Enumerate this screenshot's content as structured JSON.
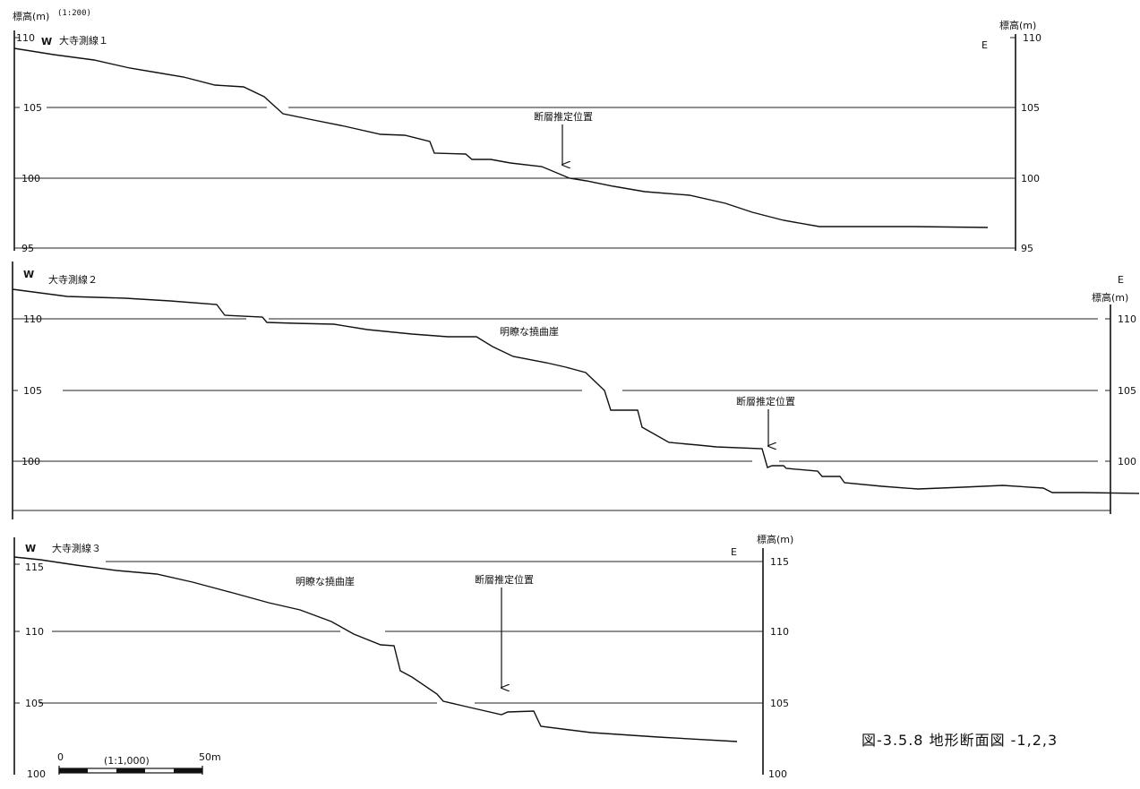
{
  "top_label": {
    "text": "標高(m)",
    "scale": "(1:200)"
  },
  "scale_bar": {
    "zero": "0",
    "ratio": "(1:1,000)",
    "end": "50m"
  },
  "figure_caption": "図-3.5.8 地形断面図 -1,2,3",
  "colors": {
    "ink": "#111111",
    "paper": "#ffffff"
  },
  "panels": [
    {
      "title": "大寺測線１",
      "west": "W",
      "east": "E",
      "right_unit": "標高(m)",
      "left_ticks": [
        "110",
        "105",
        "100",
        "95"
      ],
      "right_ticks": [
        "110",
        "105",
        "100",
        "95"
      ],
      "annotations": [
        {
          "text": "断層推定位置"
        }
      ]
    },
    {
      "title": "大寺測線２",
      "west": "W",
      "east": "E",
      "right_unit": "標高(m)",
      "left_ticks": [
        "110",
        "105",
        "100"
      ],
      "right_ticks": [
        "110",
        "105",
        "100"
      ],
      "annotations": [
        {
          "text": "明瞭な撓曲崖"
        },
        {
          "text": "断層推定位置"
        }
      ]
    },
    {
      "title": "大寺測線３",
      "west": "W",
      "east": "E",
      "right_unit": "標高(m)",
      "left_ticks": [
        "115",
        "110",
        "105",
        "100"
      ],
      "right_ticks": [
        "115",
        "110",
        "105",
        "100"
      ],
      "annotations": [
        {
          "text": "明瞭な撓曲崖"
        },
        {
          "text": "断層推定位置"
        }
      ]
    }
  ]
}
